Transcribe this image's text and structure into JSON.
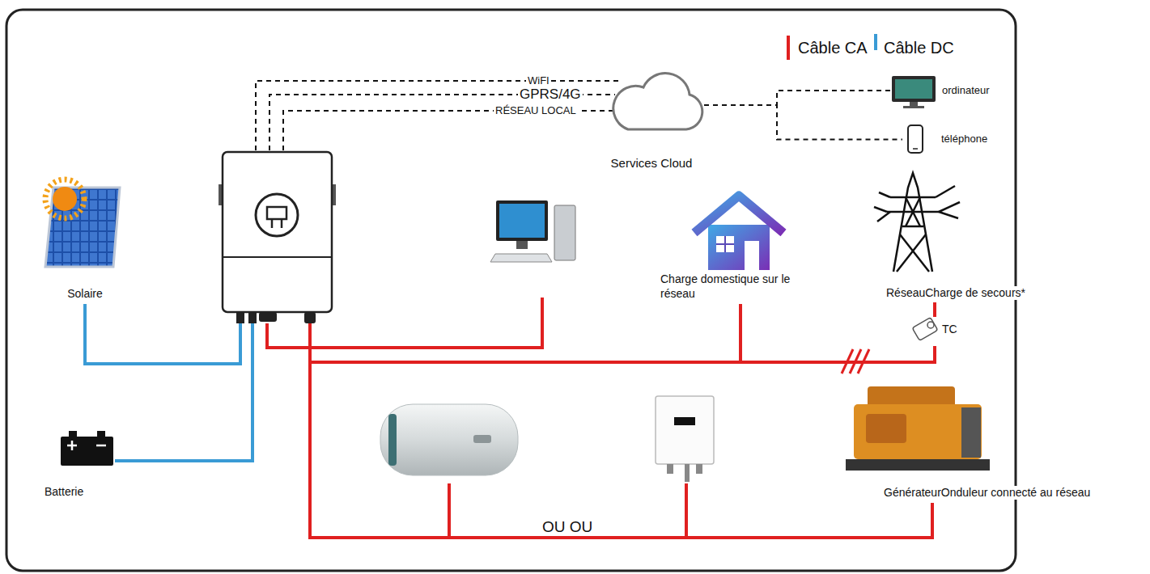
{
  "diagram": {
    "nodes": [
      {
        "text": [
          "Services Cloud"
        ]
      },
      {
        "text": [
          "ordinateur"
        ]
      },
      {
        "text": [
          "téléphone"
        ]
      },
      {
        "text": [
          "Solaire"
        ]
      },
      {
        "text": [
          "Charge domestique sur le réseau"
        ]
      },
      {
        "text": [
          "RéseauCharge de secours*"
        ]
      },
      {
        "text": [
          "Batterie"
        ]
      },
      {
        "text": [
          "GénérateurOnduleur connecté au réseau"
        ]
      }
    ],
    "edges": [
      {
        "from": 0,
        "to": 1,
        "arrow": "none"
      },
      {
        "from": 0,
        "to": 2,
        "arrow": "none"
      }
    ],
    "labels": [
      "WiFI",
      "GPRS/4G",
      "RÉSEAU LOCAL",
      "TC",
      "OU OU"
    ],
    "legend": [
      {
        "text": "Câble CA",
        "color": "#e02020"
      },
      {
        "text": "Câble DC",
        "color": "#3a9bd5"
      }
    ]
  }
}
